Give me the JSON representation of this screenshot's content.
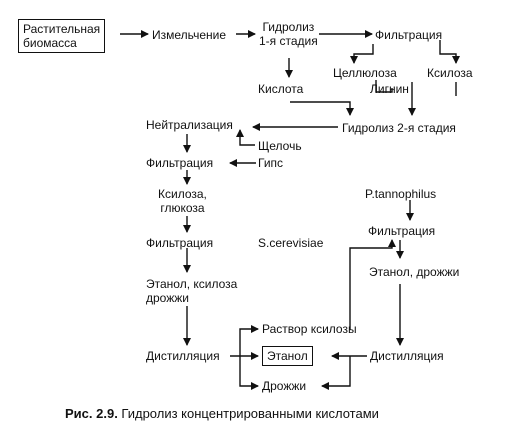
{
  "nodes": {
    "biomass": [
      "Растительная",
      "биомасса"
    ],
    "grinding": "Измельчение",
    "hydrolysis1": [
      "Гидролиз",
      "1-я стадия"
    ],
    "filtration_top": "Фильтрация",
    "cellulose": "Целлюлоза",
    "xylose_top": "Ксилоза",
    "lignin": "Лигнин",
    "acid": "Кислота",
    "hydrolysis2": "Гидролиз 2-я стадия",
    "neutralization": "Нейтрализация",
    "alkali": "Щелочь",
    "gypsum": "Гипс",
    "filtration_left1": "Фильтрация",
    "xylose_glucose": [
      "Ксилоза,",
      "глюкоза"
    ],
    "filtration_left2": "Фильтрация",
    "scerevisiae": "S.cerevisiae",
    "ptannophilus": "P.tannophilus",
    "filtration_right": "Фильтрация",
    "ethanol_yeast_right": "Этанол, дрожжи",
    "ethanol_xylose_yeast": [
      "Этанол, ксилоза",
      "дрожжи"
    ],
    "xylose_solution": "Раствор ксилозы",
    "distillation_left": "Дистилляция",
    "ethanol": "Этанол",
    "distillation_right": "Дистилляция",
    "yeast": "Дрожжи"
  },
  "caption": {
    "figure": "Рис. 2.9.",
    "text": " Гидролиз концентрированными кислотами"
  }
}
